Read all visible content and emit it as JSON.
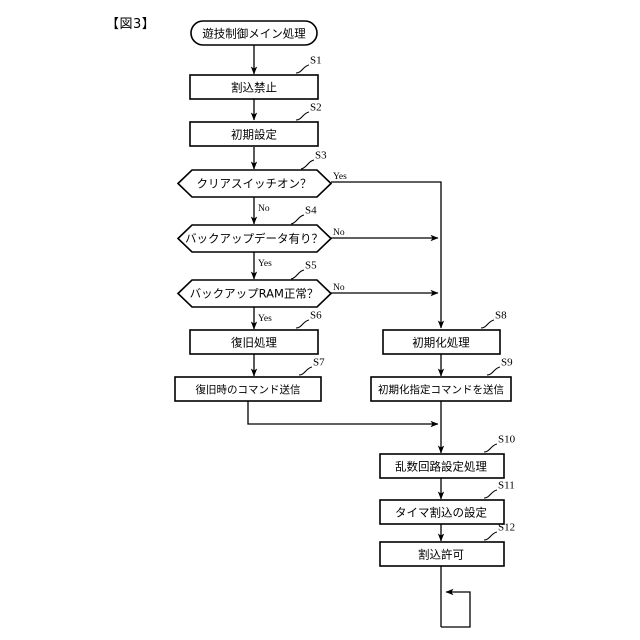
{
  "figure": {
    "label": "【図3】"
  },
  "diagram": {
    "type": "flowchart",
    "title": "遊技制御メイン処理",
    "nodes": [
      {
        "id": "start",
        "shape": "terminator",
        "text": "遊技制御メイン処理",
        "step": ""
      },
      {
        "id": "s1",
        "shape": "process",
        "text": "割込禁止",
        "step": "S1"
      },
      {
        "id": "s2",
        "shape": "process",
        "text": "初期設定",
        "step": "S2"
      },
      {
        "id": "s3",
        "shape": "decision",
        "text": "クリアスイッチオン？",
        "step": "S3"
      },
      {
        "id": "s4",
        "shape": "decision",
        "text": "バックアップデータ有り？",
        "step": "S4"
      },
      {
        "id": "s5",
        "shape": "decision",
        "text": "バックアップRAM正常？",
        "step": "S5"
      },
      {
        "id": "s6",
        "shape": "process",
        "text": "復旧処理",
        "step": "S6"
      },
      {
        "id": "s7",
        "shape": "process",
        "text": "復旧時のコマンド送信",
        "step": "S7"
      },
      {
        "id": "s8",
        "shape": "process",
        "text": "初期化処理",
        "step": "S8"
      },
      {
        "id": "s9",
        "shape": "process",
        "text": "初期化指定コマンドを送信",
        "step": "S9"
      },
      {
        "id": "s10",
        "shape": "process",
        "text": "乱数回路設定処理",
        "step": "S10"
      },
      {
        "id": "s11",
        "shape": "process",
        "text": "タイマ割込の設定",
        "step": "S11"
      },
      {
        "id": "s12",
        "shape": "process",
        "text": "割込許可",
        "step": "S12"
      }
    ],
    "branch_labels": {
      "s3_yes": "Yes",
      "s3_no": "No",
      "s4_no": "No",
      "s4_yes": "Yes",
      "s5_no": "No",
      "s5_yes": "Yes"
    },
    "edges": [
      {
        "from": "start",
        "to": "s1",
        "label": ""
      },
      {
        "from": "s1",
        "to": "s2",
        "label": ""
      },
      {
        "from": "s2",
        "to": "s3",
        "label": ""
      },
      {
        "from": "s3",
        "to": "s4",
        "label": "No"
      },
      {
        "from": "s3",
        "to": "s8",
        "label": "Yes"
      },
      {
        "from": "s4",
        "to": "s5",
        "label": "Yes"
      },
      {
        "from": "s4",
        "to": "s8",
        "label": "No"
      },
      {
        "from": "s5",
        "to": "s6",
        "label": "Yes"
      },
      {
        "from": "s5",
        "to": "s8",
        "label": "No"
      },
      {
        "from": "s6",
        "to": "s7",
        "label": ""
      },
      {
        "from": "s7",
        "to": "s10",
        "label": ""
      },
      {
        "from": "s8",
        "to": "s9",
        "label": ""
      },
      {
        "from": "s9",
        "to": "s10",
        "label": ""
      },
      {
        "from": "s10",
        "to": "s11",
        "label": ""
      },
      {
        "from": "s11",
        "to": "s12",
        "label": ""
      },
      {
        "from": "s12",
        "to": "s12",
        "label": "loop"
      }
    ],
    "colors": {
      "stroke": "#000000",
      "fill": "#ffffff",
      "background": "#ffffff"
    }
  }
}
